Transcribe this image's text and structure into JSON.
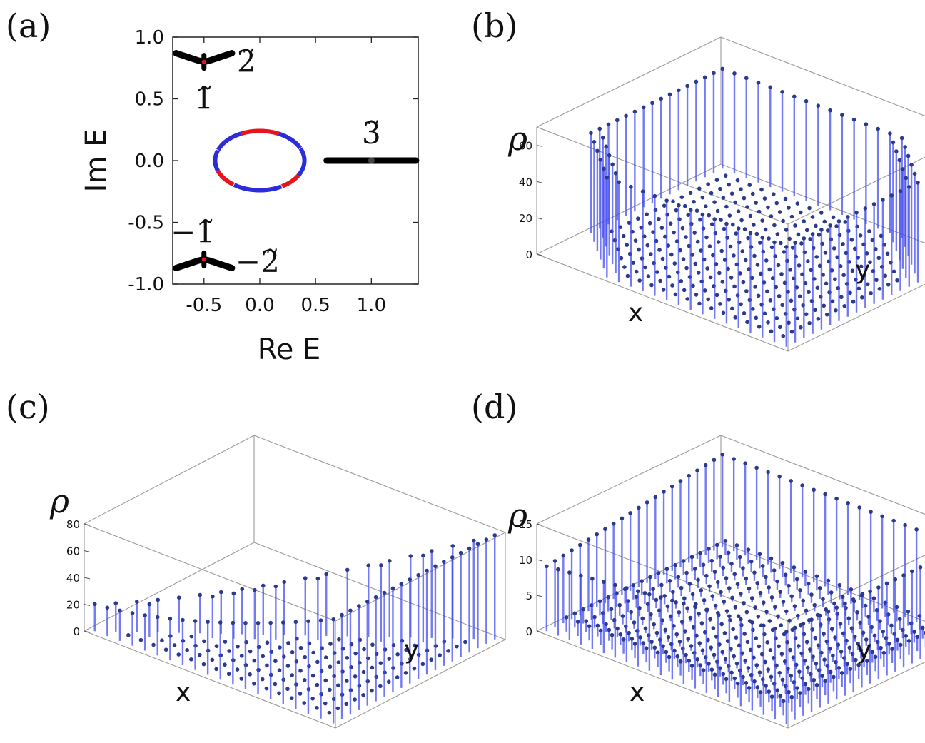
{
  "chart_data": [
    {
      "panel": "(a)",
      "type": "scatter",
      "xlabel": "Re E",
      "ylabel": "Im E",
      "xlim": [
        -0.78,
        1.42
      ],
      "ylim": [
        -1.0,
        1.0
      ],
      "xticks": [
        "-0.5",
        "0.0",
        "0.5",
        "1.0"
      ],
      "yticks": [
        "1.0",
        "0.5",
        "0.0",
        "-0.5",
        "-1.0"
      ],
      "xtick_values": [
        -0.5,
        0.0,
        0.5,
        1.0
      ],
      "ytick_values": [
        1.0,
        0.5,
        0.0,
        -0.5,
        -1.0
      ],
      "colors": {
        "black": "#000000",
        "red": "#e8141c",
        "blue": "#2c2cd8"
      },
      "series": [
        {
          "color": "black",
          "kind": "arc",
          "center": [
            -0.5,
            0.8
          ],
          "x": [
            -0.75,
            -0.65,
            -0.55,
            -0.5,
            -0.45,
            -0.35,
            -0.25
          ],
          "y": [
            0.87,
            0.84,
            0.81,
            0.8,
            0.81,
            0.84,
            0.87
          ]
        },
        {
          "color": "black",
          "kind": "arc",
          "center": [
            -0.5,
            -0.8
          ],
          "x": [
            -0.75,
            -0.65,
            -0.55,
            -0.5,
            -0.45,
            -0.35,
            -0.25
          ],
          "y": [
            -0.87,
            -0.84,
            -0.81,
            -0.8,
            -0.81,
            -0.84,
            -0.87
          ]
        },
        {
          "color": "black",
          "kind": "segment",
          "x": [
            0.6,
            1.4
          ],
          "y": [
            0.0,
            0.0
          ]
        },
        {
          "color": "mixed",
          "kind": "ellipse",
          "center": [
            0.0,
            0.0
          ],
          "rx": 0.4,
          "ry": 0.24
        }
      ],
      "annotations": [
        {
          "text": "1̃",
          "x": -0.5,
          "y": 0.5
        },
        {
          "text": "2̃",
          "x": -0.12,
          "y": 0.8
        },
        {
          "text": "3̃",
          "x": 1.0,
          "y": 0.22
        },
        {
          "text": "−1̃",
          "x": -0.6,
          "y": -0.58
        },
        {
          "text": "−2̃",
          "x": -0.02,
          "y": -0.82
        }
      ]
    },
    {
      "panel": "(b)",
      "type": "3d-stem",
      "zlabel": "ρ",
      "xlabel": "x",
      "ylabel": "y",
      "zticks": [
        "60",
        "40",
        "20",
        "0"
      ],
      "zlim": [
        0,
        70
      ],
      "color": "#3d46f0",
      "pattern": "hexagonal-boundary"
    },
    {
      "panel": "(c)",
      "type": "3d-stem",
      "zlabel": "ρ",
      "xlabel": "x",
      "ylabel": "y",
      "zticks": [
        "80",
        "60",
        "40",
        "20",
        "0"
      ],
      "zlim": [
        0,
        80
      ],
      "color": "#3d46f0",
      "pattern": "triangular-boundary"
    },
    {
      "panel": "(d)",
      "type": "3d-stem",
      "zlabel": "ρ",
      "xlabel": "x",
      "ylabel": "y",
      "zticks": [
        "15",
        "10",
        "5",
        "0"
      ],
      "zlim": [
        0,
        15
      ],
      "color": "#3d46f0",
      "pattern": "rectangular-boundary"
    }
  ],
  "labels": {
    "a": "(a)",
    "b": "(b)",
    "c": "(c)",
    "d": "(d)",
    "rho": "ρ",
    "x": "x",
    "y": "y"
  }
}
